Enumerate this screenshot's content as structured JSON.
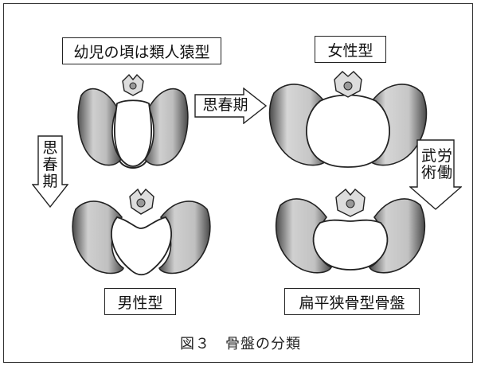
{
  "labels": {
    "infant": "幼児の頃は類人猿型",
    "female": "女性型",
    "male": "男性型",
    "flat": "扁平狭骨型骨盤"
  },
  "arrows": {
    "right": "思春期",
    "down_left": [
      "思",
      "春",
      "期"
    ],
    "down_right_col1": [
      "武",
      "術"
    ],
    "down_right_col2": [
      "労",
      "働"
    ]
  },
  "caption": "図３　骨盤の分類"
}
